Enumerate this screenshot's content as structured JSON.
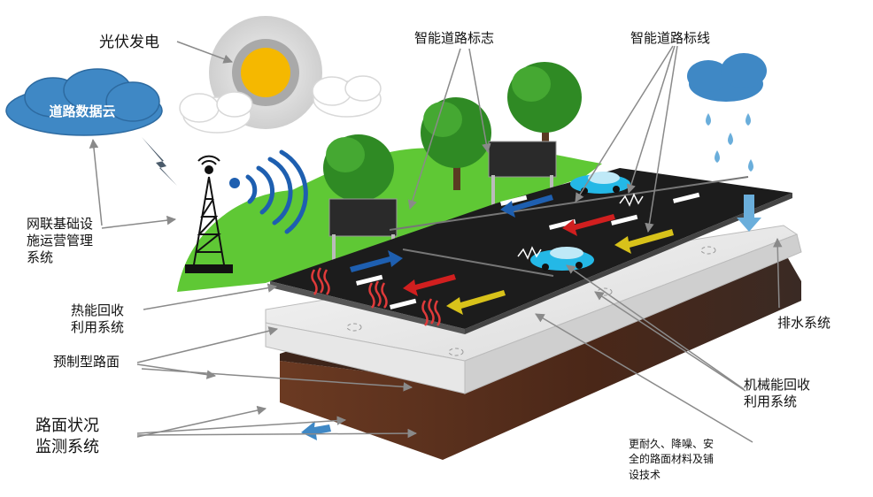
{
  "labels": {
    "solar": "光伏发电",
    "road_data_cloud": "道路数据云",
    "smart_signs": "智能道路标志",
    "smart_markings": "智能道路标线",
    "infra_management": "网联基础设\n施运营管理\n系统",
    "thermal": "热能回收\n利用系统",
    "prefab": "预制型路面",
    "monitoring": "路面状况\n监测系统",
    "drainage": "排水系统",
    "mechanical": "机械能回收\n利用系统",
    "materials": "更耐久、降噪、安\n全的路面材料及铺\n设技术"
  },
  "colors": {
    "sky_cloud": "#3f88c5",
    "grass": "#5fc835",
    "asphalt": "#1a1a1a",
    "soil": "#5a2e1c",
    "sun": "#f5b800",
    "arrow_blue": "#1e5fb0",
    "arrow_red": "#d11f1f",
    "arrow_yellow": "#d8c21a",
    "car": "#24b8e6"
  }
}
